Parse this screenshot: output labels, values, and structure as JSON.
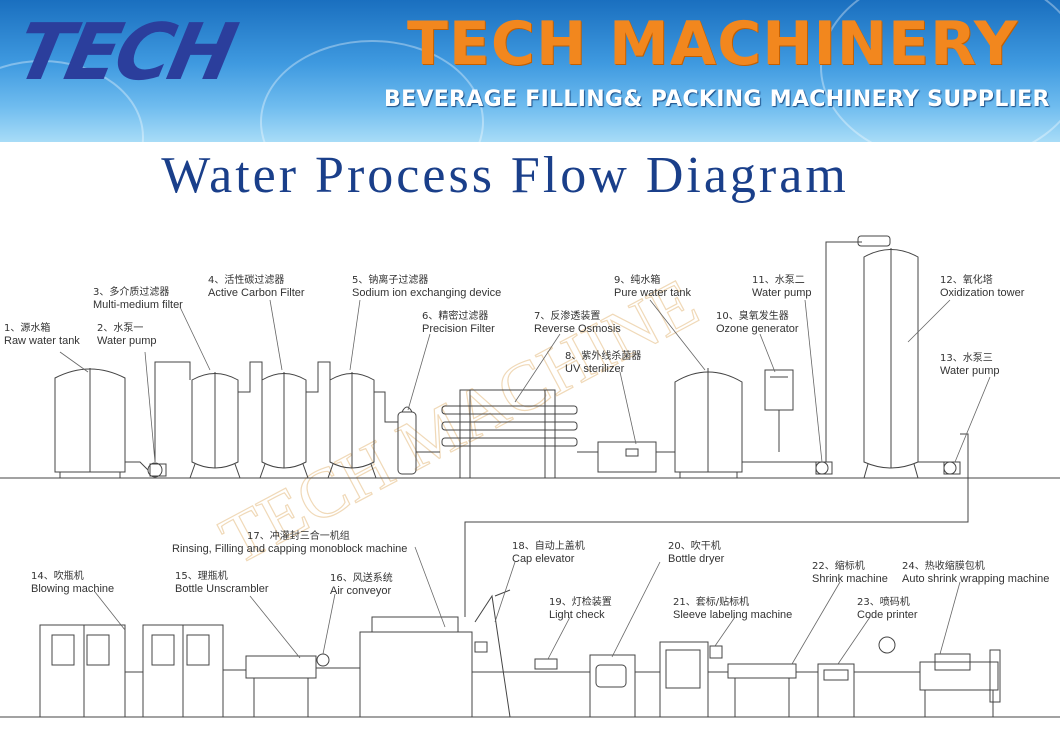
{
  "header": {
    "logo_text": "TECH",
    "brand": "TECH MACHINERY",
    "tagline": "BEVERAGE FILLING& PACKING MACHINERY SUPPLIER"
  },
  "title": "Water Process Flow Diagram",
  "watermark": "TECH MACHINE",
  "equipment": [
    {
      "zh": "1、源水箱",
      "en": "Raw water tank"
    },
    {
      "zh": "2、水泵一",
      "en": "Water pump"
    },
    {
      "zh": "3、多介质过滤器",
      "en": "Multi-medium filter"
    },
    {
      "zh": "4、活性碳过滤器",
      "en": "Active Carbon Filter"
    },
    {
      "zh": "5、钠离子过滤器",
      "en": "Sodium ion exchanging device"
    },
    {
      "zh": "6、精密过滤器",
      "en": "Precision Filter"
    },
    {
      "zh": "7、反渗透装置",
      "en": "Reverse Osmosis"
    },
    {
      "zh": "8、紫外线杀菌器",
      "en": "UV sterilizer"
    },
    {
      "zh": "9、纯水箱",
      "en": "Pure water tank"
    },
    {
      "zh": "10、臭氧发生器",
      "en": "Ozone generator"
    },
    {
      "zh": "11、水泵二",
      "en": "Water pump"
    },
    {
      "zh": "12、氧化塔",
      "en": "Oxidization tower"
    },
    {
      "zh": "13、水泵三",
      "en": "Water pump"
    },
    {
      "zh": "14、吹瓶机",
      "en": "Blowing machine"
    },
    {
      "zh": "15、理瓶机",
      "en": "Bottle Unscrambler"
    },
    {
      "zh": "16、风送系统",
      "en": "Air conveyor"
    },
    {
      "zh": "17、冲灌封三合一机组",
      "en": "Rinsing, Filling and capping monoblock machine"
    },
    {
      "zh": "18、自动上盖机",
      "en": "Cap elevator"
    },
    {
      "zh": "19、灯检装置",
      "en": "Light check"
    },
    {
      "zh": "20、吹干机",
      "en": "Bottle dryer"
    },
    {
      "zh": "21、套标/贴标机",
      "en": "Sleeve labeling machine"
    },
    {
      "zh": "22、缩标机",
      "en": "Shrink machine"
    },
    {
      "zh": "23、喷码机",
      "en": "Code printer"
    },
    {
      "zh": "24、热收缩膜包机",
      "en": "Auto shrink wrapping machine"
    }
  ]
}
